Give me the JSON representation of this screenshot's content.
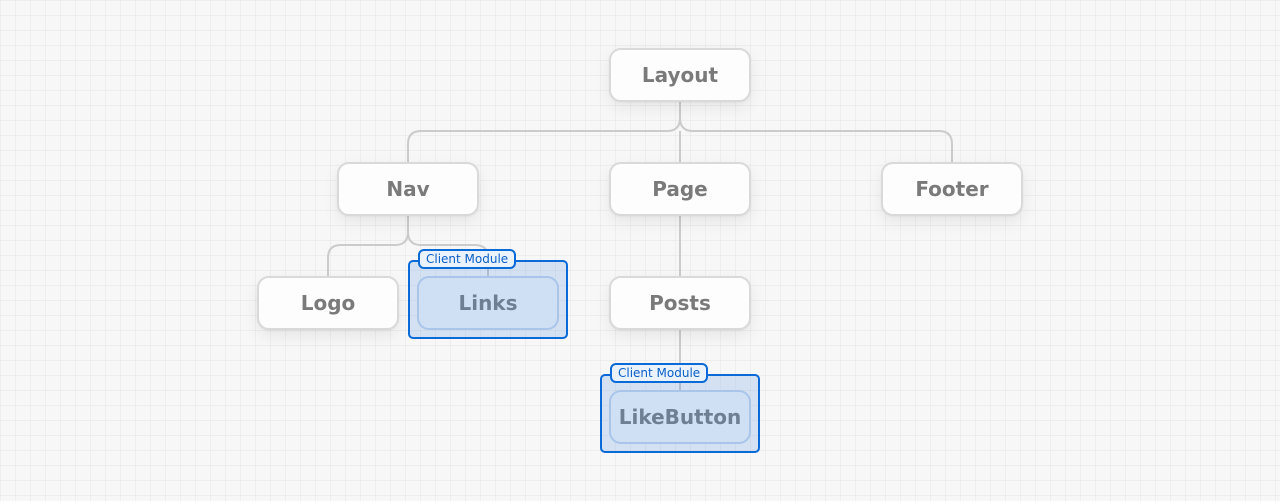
{
  "nodes": {
    "layout": "Layout",
    "nav": "Nav",
    "page": "Page",
    "footer": "Footer",
    "logo": "Logo",
    "links": "Links",
    "posts": "Posts",
    "like_button": "LikeButton"
  },
  "client_module_label": "Client Module",
  "colors": {
    "connector": "#cbcbcb",
    "client_border": "#0a6ad8",
    "node_text": "#7a7a7a"
  }
}
